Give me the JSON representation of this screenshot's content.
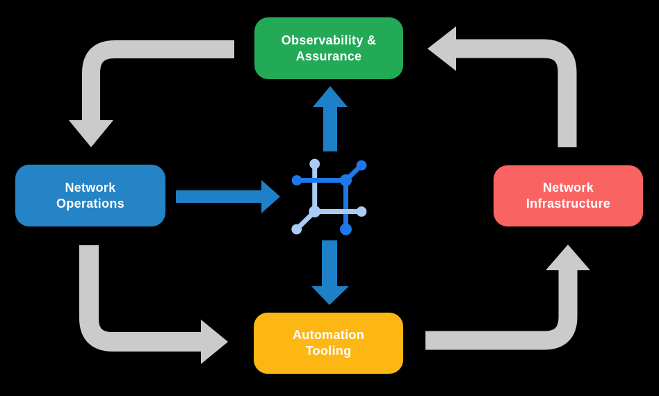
{
  "colors": {
    "background": "#000000",
    "text": "#ffffff",
    "arrow_gray": "#cbcbcb",
    "arrow_blue": "#1e80c6",
    "icon_blue": "#1f78e8",
    "icon_light": "#a9cbf4",
    "node_green": "#22aa57",
    "node_blue": "#2484c6",
    "node_red": "#f96462",
    "node_yellow": "#fcb714"
  },
  "nodes": {
    "top": {
      "line1": "Observability &",
      "line2": "Assurance"
    },
    "left": {
      "line1": "Network",
      "line2": "Operations"
    },
    "right": {
      "line1": "Network",
      "line2": "Infrastructure"
    },
    "bottom": {
      "line1": "Automation",
      "line2": "Tooling"
    }
  },
  "icons": {
    "center": "network-mesh-icon"
  },
  "edges": [
    {
      "from": "observability-assurance",
      "to": "network-operations",
      "style": "gray-elbow"
    },
    {
      "from": "network-infrastructure",
      "to": "observability-assurance",
      "style": "gray-elbow"
    },
    {
      "from": "network-operations",
      "to": "automation-tooling",
      "style": "gray-elbow"
    },
    {
      "from": "automation-tooling",
      "to": "network-infrastructure",
      "style": "gray-elbow"
    },
    {
      "from": "network-operations",
      "to": "center-icon",
      "style": "blue-straight"
    },
    {
      "from": "center-icon",
      "to": "observability-assurance",
      "style": "blue-straight"
    },
    {
      "from": "center-icon",
      "to": "automation-tooling",
      "style": "blue-straight"
    }
  ]
}
